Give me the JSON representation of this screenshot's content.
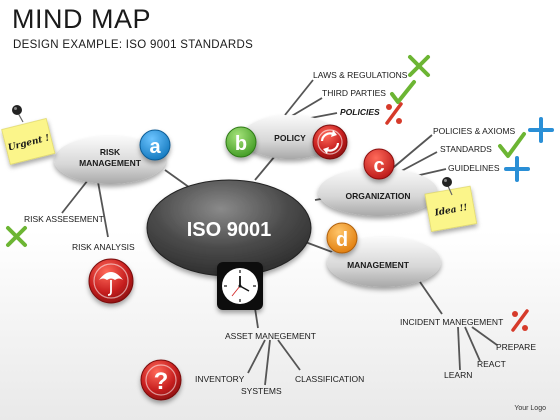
{
  "header": {
    "title": "MIND MAP",
    "subtitle": "DESIGN EXAMPLE: ISO 9001 STANDARDS"
  },
  "center": {
    "label": "ISO 9001"
  },
  "nodes": {
    "risk": {
      "label_line1": "RISK",
      "label_line2": "MANAGEMENT",
      "badge": "a"
    },
    "policy": {
      "label": "POLICY",
      "badge": "b"
    },
    "organization": {
      "label": "ORGANIZATION",
      "badge": "c"
    },
    "management": {
      "label": "MANAGEMENT",
      "badge": "d"
    }
  },
  "branches": {
    "risk": [
      "RISK ASSESEMENT",
      "RISK ANALYSIS"
    ],
    "policy": [
      "LAWS & REGULATIONS",
      "THIRD PARTIES",
      "POLICIES"
    ],
    "organization": [
      "POLICIES & AXIOMS",
      "STANDARDS",
      "GUIDELINES"
    ],
    "asset": [
      "ASSET MANEGEMENT",
      "INVENTORY",
      "SYSTEMS",
      "CLASSIFICATION"
    ],
    "incident": [
      "INCIDENT MANEGEMENT",
      "PREPARE",
      "REACT",
      "LEARN"
    ]
  },
  "notes": {
    "urgent": "Urgent !",
    "idea": "Idea !!"
  },
  "footer": {
    "logo": "Your Logo"
  },
  "colors": {
    "badge_blue": "#1a8fd6",
    "badge_green": "#5cb83a",
    "badge_red": "#d42a2a",
    "badge_orange": "#f29a1a",
    "mark_green": "#6cb533",
    "mark_red": "#d63a2a",
    "mark_blue": "#2a8fd6",
    "sticky": "#fbf58a"
  },
  "icons": [
    "pushpin-icon",
    "umbrella-icon",
    "clock-icon",
    "recycle-icon",
    "question-icon",
    "checkmark-icon",
    "cross-icon",
    "plus-icon",
    "percent-icon"
  ]
}
